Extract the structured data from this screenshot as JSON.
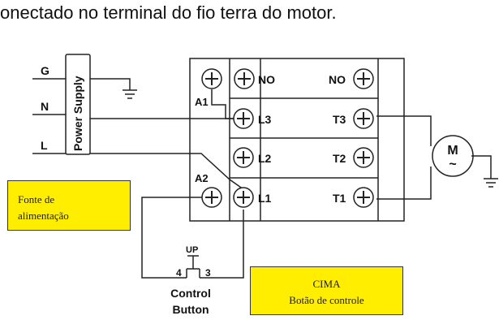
{
  "caption": "onectado no terminal do fio terra do motor.",
  "supply": {
    "title": "Power Supply",
    "inputs": [
      "G",
      "N",
      "L"
    ]
  },
  "relay": {
    "coil_terminals": [
      "A1",
      "A2"
    ],
    "top_terminals": [
      "NO",
      "NO"
    ],
    "input_terminals": [
      "L3",
      "L2",
      "L1"
    ],
    "output_terminals": [
      "T3",
      "T2",
      "T1"
    ]
  },
  "motor": {
    "label": "M",
    "symbol": "~"
  },
  "button": {
    "state": "UP",
    "pins": [
      "4",
      "3"
    ],
    "caption_line1": "Control",
    "caption_line2": "Button"
  },
  "notes": {
    "supply_line1": "Fonte de",
    "supply_line2": "alimentação",
    "button_line1": "CIMA",
    "button_line2": "Botão de controle"
  },
  "colors": {
    "note_fill": "#ffee00",
    "wire": "#222222"
  }
}
